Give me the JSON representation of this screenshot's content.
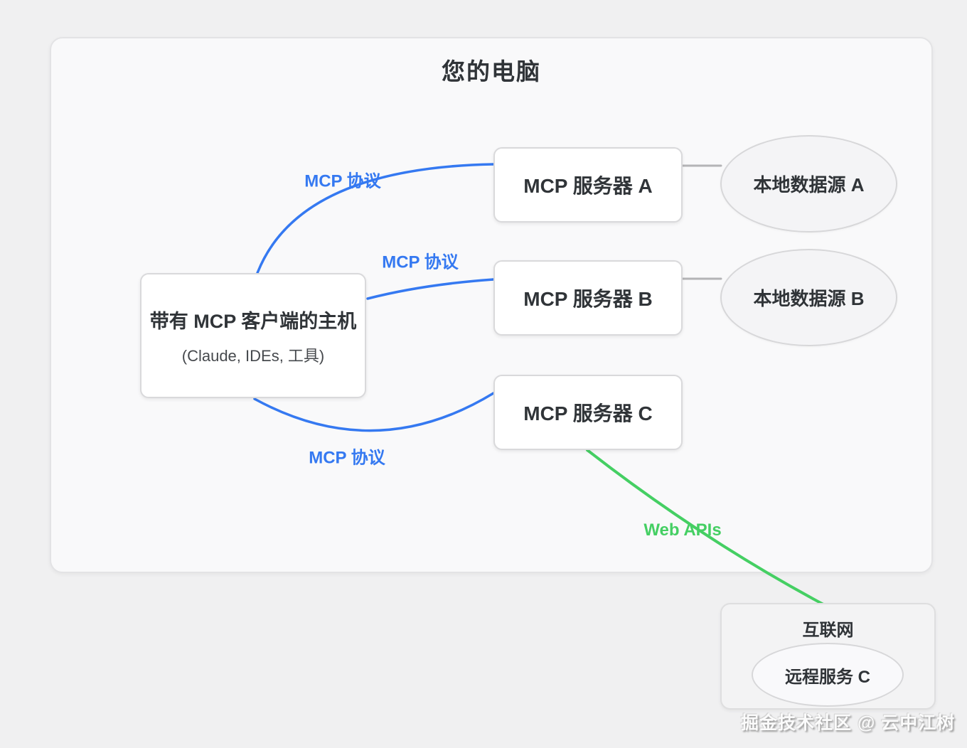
{
  "colors": {
    "protocol_blue": "#3579f1",
    "web_api_green": "#45cf63",
    "connector_gray": "#b4b4b6",
    "text_dark": "#303438",
    "text_sub": "#46494d"
  },
  "computer": {
    "title": "您的电脑",
    "host": {
      "title": "带有 MCP 客户端的主机",
      "subtitle": "(Claude, IDEs, 工具)"
    },
    "servers": [
      {
        "label": "MCP 服务器 A"
      },
      {
        "label": "MCP 服务器 B"
      },
      {
        "label": "MCP 服务器 C"
      }
    ],
    "data_sources": [
      {
        "label": "本地数据源 A"
      },
      {
        "label": "本地数据源 B"
      }
    ]
  },
  "edges": {
    "protocol_label": "MCP 协议",
    "web_api_label": "Web APIs"
  },
  "internet": {
    "title": "互联网",
    "remote_service_label": "远程服务 C"
  },
  "watermark": "掘金技术社区 @ 云中江树"
}
